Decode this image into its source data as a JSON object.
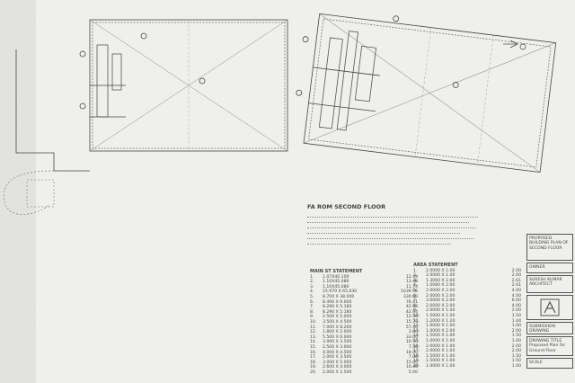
{
  "drawing": {
    "floor_title": "FA ROM SECOND FLOOR",
    "area_statement_title": "AREA STATEMENT",
    "main_statement_title": "MAIN ST STATEMENT",
    "left_table_rows": [
      {
        "no": "1.",
        "desc": "1.07X40.100",
        "area": "12.49"
      },
      {
        "no": "2.",
        "desc": "1.10X45.080",
        "area": "13.48"
      },
      {
        "no": "3.",
        "desc": "1.10X45.080",
        "area": "11.74"
      },
      {
        "no": "4.",
        "desc": "15.970 X 65.030",
        "area": "1039.56"
      },
      {
        "no": "5.",
        "desc": "8.700 X 38.000",
        "area": "330.60"
      },
      {
        "no": "6.",
        "desc": "8.490 X 9.000",
        "area": "76.41"
      },
      {
        "no": "7.",
        "desc": "8.290 X 5.180",
        "area": "42.94"
      },
      {
        "no": "8.",
        "desc": "8.290 X 5.180",
        "area": "42.94"
      },
      {
        "no": "9.",
        "desc": "2.500 X 5.000",
        "area": "12.50"
      },
      {
        "no": "10.",
        "desc": "3.500 X 4.500",
        "area": "15.75"
      },
      {
        "no": "11.",
        "desc": "7.000 X 8.200",
        "area": "57.40"
      },
      {
        "no": "12.",
        "desc": "1.800 X 2.000",
        "area": "3.60"
      },
      {
        "no": "13.",
        "desc": "5.500 X 6.000",
        "area": "33.00"
      },
      {
        "no": "14.",
        "desc": "3.000 X 3.500",
        "area": "10.50"
      },
      {
        "no": "15.",
        "desc": "2.500 X 3.000",
        "area": "7.50"
      },
      {
        "no": "16.",
        "desc": "4.000 X 4.500",
        "area": "18.00"
      },
      {
        "no": "17.",
        "desc": "2.000 X 3.500",
        "area": "7.00"
      },
      {
        "no": "18.",
        "desc": "3.000 X 5.000",
        "area": "15.00"
      },
      {
        "no": "19.",
        "desc": "2.600 X 4.000",
        "area": "10.40"
      },
      {
        "no": "20.",
        "desc": "2.000 X 2.500",
        "area": "5.00"
      }
    ],
    "right_table_rows": [
      {
        "no": "1.",
        "desc": "2.0000 X 1.00",
        "area": "2.00"
      },
      {
        "no": "2.",
        "desc": "2.0000 X 1.00",
        "area": "2.00"
      },
      {
        "no": "3.",
        "desc": "1.3060 X 2.00",
        "area": "2.61"
      },
      {
        "no": "4.",
        "desc": "1.0060 X 2.00",
        "area": "2.01"
      },
      {
        "no": "5.",
        "desc": "2.0000 X 2.00",
        "area": "4.00"
      },
      {
        "no": "6.",
        "desc": "2.0000 X 2.00",
        "area": "4.00"
      },
      {
        "no": "7.",
        "desc": "3.0000 X 2.00",
        "area": "6.00"
      },
      {
        "no": "8.",
        "desc": "2.0000 X 2.00",
        "area": "4.00"
      },
      {
        "no": "9.",
        "desc": "2.0000 X 1.00",
        "area": "2.00"
      },
      {
        "no": "10.",
        "desc": "1.5000 X 1.00",
        "area": "1.50"
      },
      {
        "no": "11.",
        "desc": "1.2000 X 1.20",
        "area": "1.44"
      },
      {
        "no": "12.",
        "desc": "1.0000 X 1.00",
        "area": "1.00"
      },
      {
        "no": "13.",
        "desc": "1.0000 X 2.00",
        "area": "2.00"
      },
      {
        "no": "14.",
        "desc": "1.5000 X 1.00",
        "area": "1.50"
      },
      {
        "no": "15.",
        "desc": "1.0000 X 1.00",
        "area": "1.00"
      },
      {
        "no": "16.",
        "desc": "2.0000 X 1.00",
        "area": "2.00"
      },
      {
        "no": "17.",
        "desc": "2.0000 X 1.00",
        "area": "2.00"
      },
      {
        "no": "18.",
        "desc": "1.5000 X 1.00",
        "area": "1.50"
      },
      {
        "no": "19.",
        "desc": "1.5000 X 1.00",
        "area": "1.50"
      },
      {
        "no": "20.",
        "desc": "1.0000 X 1.00",
        "area": "1.00"
      }
    ],
    "title_block": {
      "project": "PROPOSED BUILDING PLAN OF SECOND FLOOR",
      "owner_label": "OWNER",
      "architect": "SURESH KUMAR",
      "architect_sub": "ARCHITECT",
      "sheet_title": "SUBMISSION DRAWING",
      "drawing_title": "DRAWING TITLE",
      "drawing_name": "Proposed Plan for Ground Floor",
      "scale_label": "SCALE"
    }
  }
}
